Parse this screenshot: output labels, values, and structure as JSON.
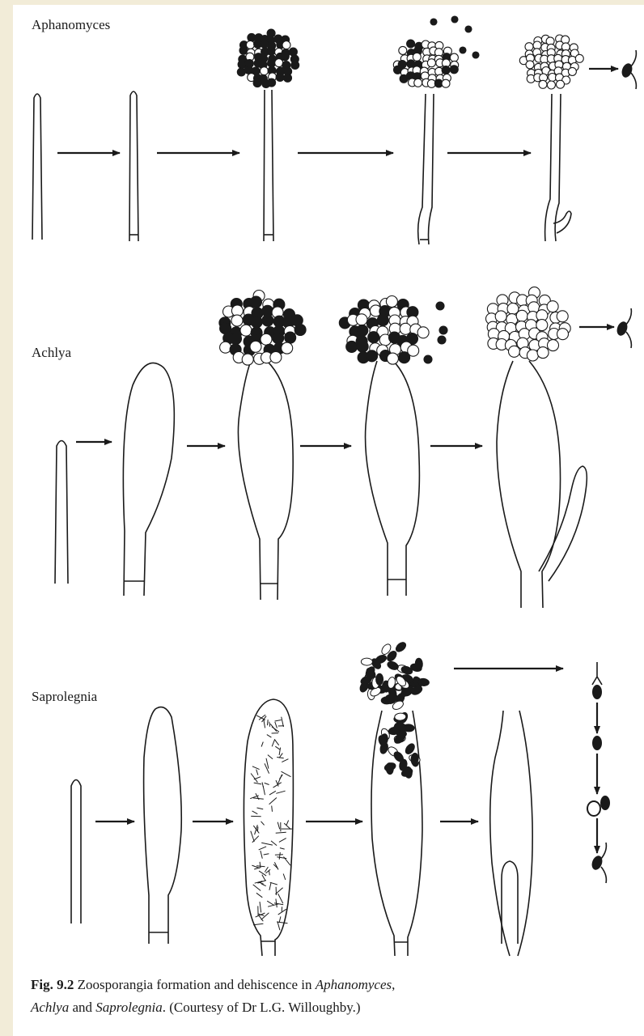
{
  "rows": [
    {
      "label": "Aphanomyces"
    },
    {
      "label": "Achlya"
    },
    {
      "label": "Saprolegnia"
    }
  ],
  "caption": {
    "fig_number": "Fig. 9.2",
    "text_1": " Zoosporangia formation and dehiscence in ",
    "genus_1": "Aphanomyces",
    "text_2": ",",
    "genus_2": "Achlya",
    "text_3": " and ",
    "genus_3": "Saprolegnia",
    "text_4": ". (Courtesy of Dr L.G. Willoughby.)"
  },
  "colors": {
    "page_background": "#f2ecd8",
    "sheet": "#ffffff",
    "ink": "#1a1a1a"
  }
}
